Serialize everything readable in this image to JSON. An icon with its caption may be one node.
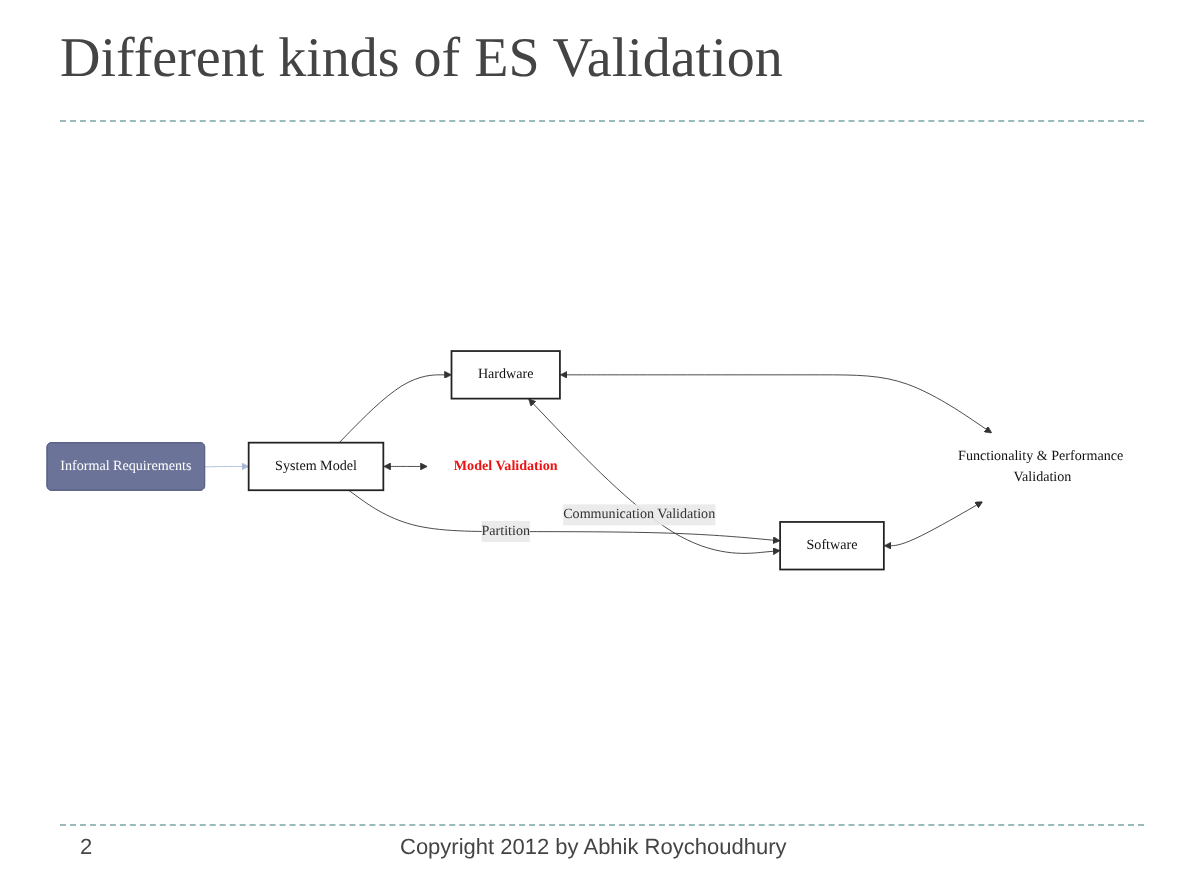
{
  "diagram": {
    "title": "Different kinds of ES Validation",
    "nodes": [
      {
        "text": [
          "Informal Requirements"
        ]
      },
      {
        "text": [
          "System Model"
        ]
      },
      {
        "text": [
          "Hardware"
        ]
      },
      {
        "text": [
          "Software"
        ]
      },
      {
        "text": [
          "Model Validation"
        ]
      },
      {
        "text": [
          "Functionality & Performance Validation"
        ]
      }
    ],
    "edges": [
      {
        "from": 0,
        "to": 1,
        "arrow": "to",
        "color": "#a9b8d9"
      },
      {
        "from": 1,
        "to": 2,
        "arrow": "to"
      },
      {
        "from": 1,
        "to": 3,
        "arrow": "to",
        "label": "Partition"
      },
      {
        "from": 2,
        "to": 3,
        "arrow": "both",
        "label": "Communication Validation"
      },
      {
        "from": 1,
        "to": 4,
        "arrow": "both"
      },
      {
        "from": 2,
        "to": 5,
        "arrow": "both"
      },
      {
        "from": 3,
        "to": 5,
        "arrow": "both"
      }
    ],
    "labels": [
      "2",
      "Copyright 2012 by Abhik Roychoudhury"
    ]
  }
}
